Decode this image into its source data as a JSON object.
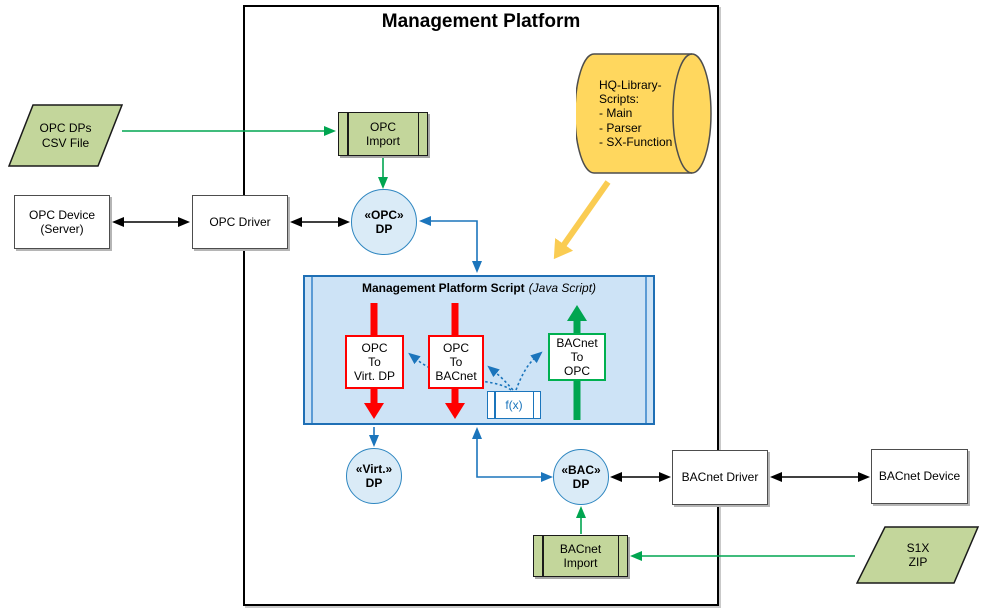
{
  "title": "Management Platform",
  "external": {
    "csv_file": "OPC DPs\nCSV File",
    "opc_device": "OPC Device\n(Server)",
    "bacnet_device": "BACnet Device",
    "s1x_zip": "S1X\nZIP"
  },
  "platform": {
    "opc_import": "OPC\nImport",
    "opc_driver": "OPC Driver",
    "opc_dp": "«OPC»\nDP",
    "hq_library": "HQ-Library-\nScripts:\n- Main\n- Parser\n- SX-Function",
    "script": {
      "title": "Management Platform Script",
      "subtitle": "(Java Script)",
      "opc_to_virt": "OPC\nTo\nVirt. DP",
      "opc_to_bacnet": "OPC\nTo\nBACnet",
      "bacnet_to_opc": "BACnet\nTo\nOPC",
      "fx": "f(x)"
    },
    "virt_dp": "«Virt.»\nDP",
    "bac_dp": "«BAC»\nDP",
    "bacnet_driver": "BACnet Driver",
    "bacnet_import": "BACnet\nImport"
  },
  "colors": {
    "green_shape_fill": "#C3D69B",
    "blue_circle_fill": "#DAEBF7",
    "script_fill": "#CDE3F6",
    "script_border": "#1F6FB5",
    "cylinder_fill": "#FFD75E",
    "arrow_blue": "#1B75BC",
    "arrow_green": "#00A550",
    "arrow_red": "#FF0000",
    "arrow_yellow": "#FACC52",
    "arrow_black": "#000000",
    "green_box_border": "#00B050"
  }
}
